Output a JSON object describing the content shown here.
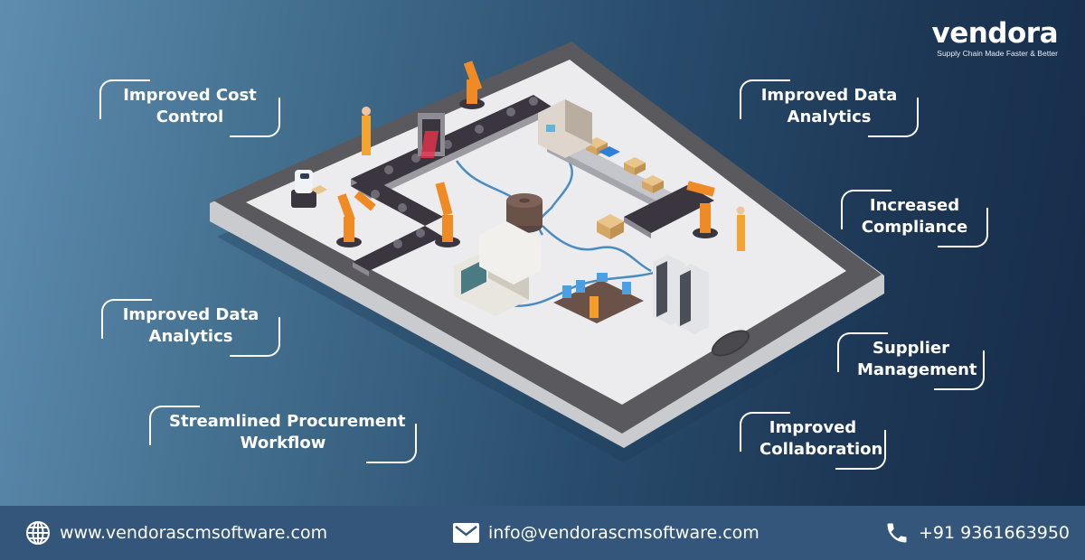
{
  "brand": {
    "name": "vendora",
    "tagline": "Supply Chain Made Faster & Better"
  },
  "features_left": [
    {
      "line1": "Improved Cost",
      "line2": "Control"
    },
    {
      "line1": "Improved Data",
      "line2": "Analytics"
    },
    {
      "line1": "Streamlined Procurement",
      "line2": "Workflow"
    }
  ],
  "features_right": [
    {
      "line1": "Improved Data",
      "line2": "Analytics"
    },
    {
      "line1": "Increased",
      "line2": "Compliance"
    },
    {
      "line1": "Supplier",
      "line2": "Management"
    },
    {
      "line1": "Improved",
      "line2": "Collaboration"
    }
  ],
  "footer": {
    "website": "www.vendorascmsoftware.com",
    "email": "info@vendorascmsoftware.com",
    "phone": "+91 9361663950",
    "icons": {
      "website": "globe-icon",
      "email": "envelope-icon",
      "phone": "phone-icon"
    }
  },
  "colors": {
    "footer_bg": "#33567a",
    "accent_orange": "#f08a24",
    "tablet_frame": "#58585c",
    "screen": "#ececee",
    "cable": "#4a8cc0"
  }
}
